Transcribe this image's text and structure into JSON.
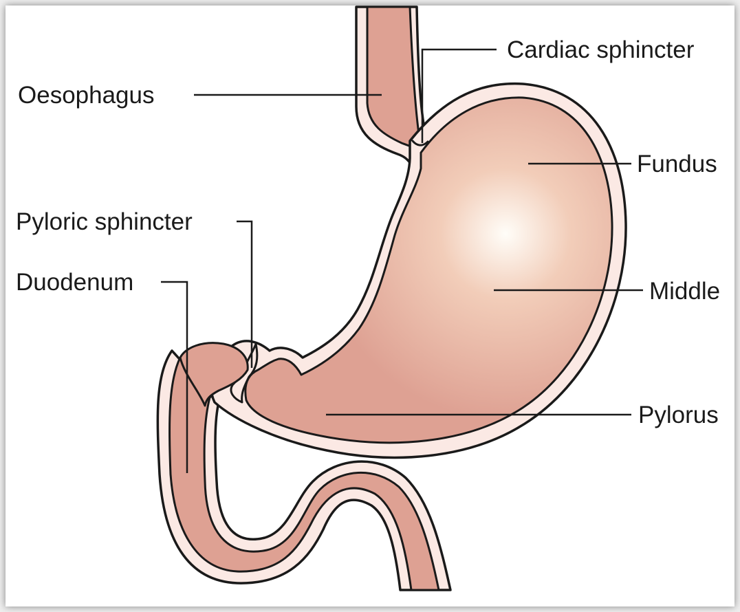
{
  "labels": {
    "cardiac_sphincter": "Cardiac sphincter",
    "oesophagus": "Oesophagus",
    "fundus": "Fundus",
    "pyloric_sphincter": "Pyloric sphincter",
    "duodenum": "Duodenum",
    "middle": "Middle",
    "pylorus": "Pylorus"
  },
  "colors": {
    "tissue": "#dea193",
    "tissue_highlight": "#fffdf8",
    "lining": "#fbe9e4",
    "outline": "#1a1a1a"
  }
}
